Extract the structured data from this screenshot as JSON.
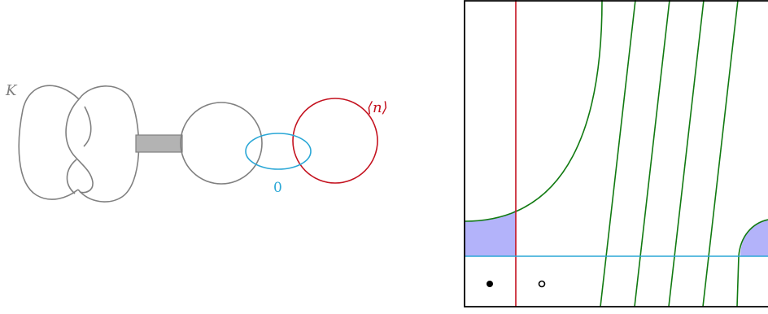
{
  "left_panel": {
    "knot_label": "K",
    "framing_label": "⟨n⟩",
    "unknot_label": "0"
  },
  "right_panel": {},
  "colors": {
    "knot_gray": "#808080",
    "band_fill": "#b3b3b3",
    "unknot_cyan": "#2aa7d6",
    "framing_red": "#c4121f",
    "curve_green": "#117a11",
    "region_fill": "#b3b3fa"
  }
}
